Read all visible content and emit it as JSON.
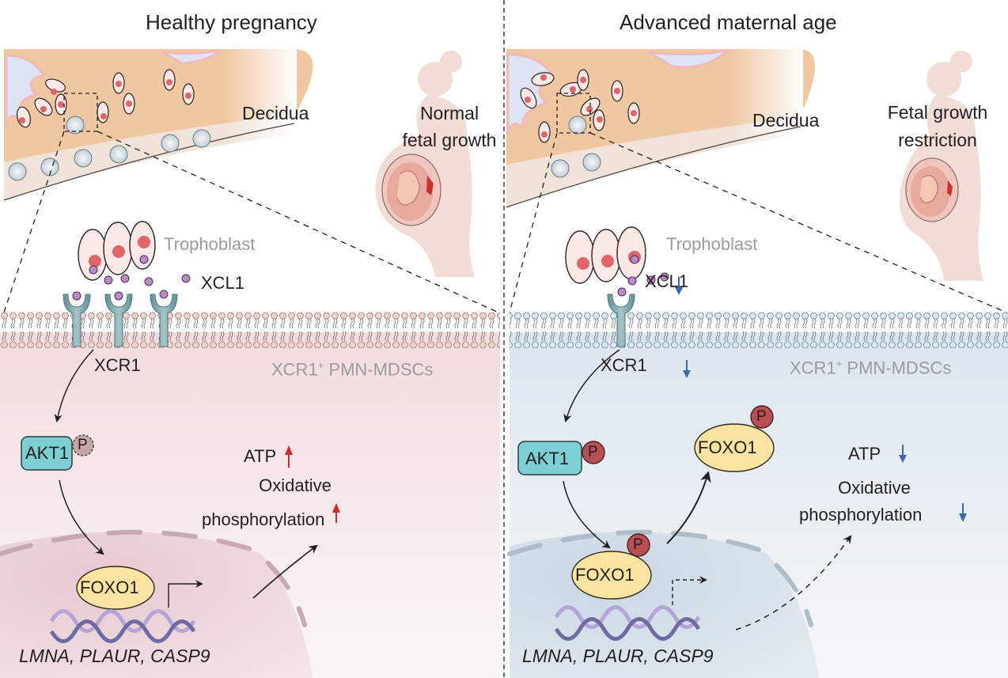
{
  "divider": "dashed-vertical",
  "panels": [
    {
      "id": "healthy",
      "title": "Healthy pregnancy",
      "tissue_label": "Decidua",
      "outcome_lines": [
        "Normal",
        "fetal growth"
      ],
      "trophoblast_label": "Trophoblast",
      "ligand_label": "XCL1",
      "ligand_change": null,
      "receptor_label": "XCR1",
      "receptor_change": null,
      "receptor_count": 3,
      "cell_label_main": "XCR1",
      "cell_label_sup": "+",
      "cell_label_rest": " PMN-MDSCs",
      "akt_label": "AKT1",
      "akt_phospho": "P",
      "akt_phospho_state": "faint",
      "foxo_nuclear_label": "FOXO1",
      "foxo_nuclear_phospho": null,
      "foxo_cytoplasmic_label": null,
      "transcription": "active",
      "atp_label": "ATP",
      "atp_change": "up",
      "oxphos_lines": [
        "Oxidative",
        "phosphorylation"
      ],
      "oxphos_change": "up",
      "genes": "LMNA, PLAUR, CASP9",
      "colors": {
        "cytoplasm": "#f3e1e2",
        "membrane_head": "#f2cfc9",
        "nucleus": "#e8cfd4",
        "nuclear_envelope": "#c9a9b1",
        "change_arrow": "#d7262e"
      }
    },
    {
      "id": "ama",
      "title": "Advanced maternal age",
      "tissue_label": "Decidua",
      "outcome_lines": [
        "Fetal growth",
        "restriction"
      ],
      "trophoblast_label": "Trophoblast",
      "ligand_label": "XCL1",
      "ligand_change": "down",
      "receptor_label": "XCR1",
      "receptor_change": "down",
      "receptor_count": 1,
      "cell_label_main": "XCR1",
      "cell_label_sup": "+",
      "cell_label_rest": " PMN-MDSCs",
      "akt_label": "AKT1",
      "akt_phospho": "P",
      "akt_phospho_state": "solid",
      "foxo_nuclear_label": "FOXO1",
      "foxo_nuclear_phospho": "P",
      "foxo_cytoplasmic_label": "FOXO1",
      "foxo_cytoplasmic_phospho": "P",
      "transcription": "inhibited",
      "atp_label": "ATP",
      "atp_change": "down",
      "oxphos_lines": [
        "Oxidative",
        "phosphorylation"
      ],
      "oxphos_change": "down",
      "genes": "LMNA, PLAUR, CASP9",
      "colors": {
        "cytoplasm": "#dfe7f0",
        "membrane_head": "#d3e4ef",
        "nucleus": "#cfdbe6",
        "nuclear_envelope": "#aebdc8",
        "change_arrow": "#3a68b5"
      }
    }
  ],
  "shared_colors": {
    "decidua_outer": "#efc9a0",
    "decidua_inner": "#f0e2d6",
    "gland_blue": "#dfe4f4",
    "gland_pink": "#f2c6c4",
    "trophoblast_fill": "#fbe9e8",
    "trophoblast_nucleus": "#e06468",
    "xcl1": "#b98ac6",
    "receptor": "#6f9fa6",
    "akt_fill": "#7cd0d4",
    "foxo_fill": "#fbe3a0",
    "phospho_fill": "#b94f52",
    "dna_light": "#b4a5d6",
    "dna_dark": "#6e6aa3",
    "mother_silhouette": "#f1ddd5",
    "mdsc_fill": "#d2dce3"
  }
}
